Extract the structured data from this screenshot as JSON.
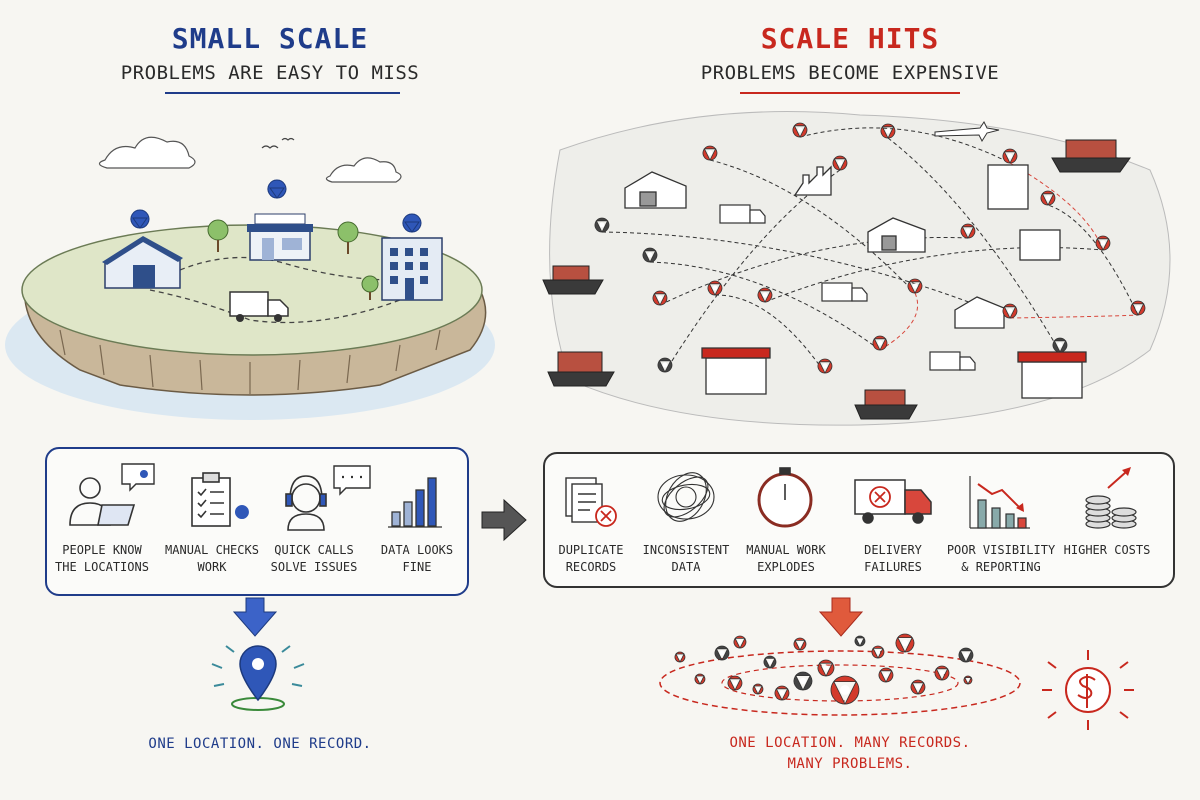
{
  "left": {
    "title": "SMALL SCALE",
    "subtitle": "PROBLEMS ARE EASY TO MISS",
    "items": [
      {
        "label": "PEOPLE KNOW\nTHE LOCATIONS",
        "icon": "person-laptop-icon"
      },
      {
        "label": "MANUAL CHECKS\nWORK",
        "icon": "clipboard-checklist-icon"
      },
      {
        "label": "QUICK CALLS\nSOLVE ISSUES",
        "icon": "headset-agent-icon"
      },
      {
        "label": "DATA LOOKS\nFINE",
        "icon": "bar-chart-icon"
      }
    ],
    "footer": "ONE LOCATION. ONE RECORD."
  },
  "right": {
    "title": "SCALE HITS",
    "subtitle": "PROBLEMS BECOME EXPENSIVE",
    "items": [
      {
        "label": "DUPLICATE\nRECORDS",
        "icon": "duplicate-documents-icon"
      },
      {
        "label": "INCONSISTENT\nDATA",
        "icon": "tangled-lines-icon"
      },
      {
        "label": "MANUAL WORK\nEXPLODES",
        "icon": "stopwatch-icon"
      },
      {
        "label": "DELIVERY\nFAILURES",
        "icon": "truck-failure-icon"
      },
      {
        "label": "POOR VISIBILITY\n& REPORTING",
        "icon": "declining-chart-icon"
      },
      {
        "label": "HIGHER COSTS",
        "icon": "coin-stack-icon"
      }
    ],
    "footer": "ONE LOCATION. MANY RECORDS.\nMANY PROBLEMS."
  },
  "colors": {
    "blue": "#1f3c8a",
    "red": "#c8281e",
    "ink": "#333333"
  }
}
